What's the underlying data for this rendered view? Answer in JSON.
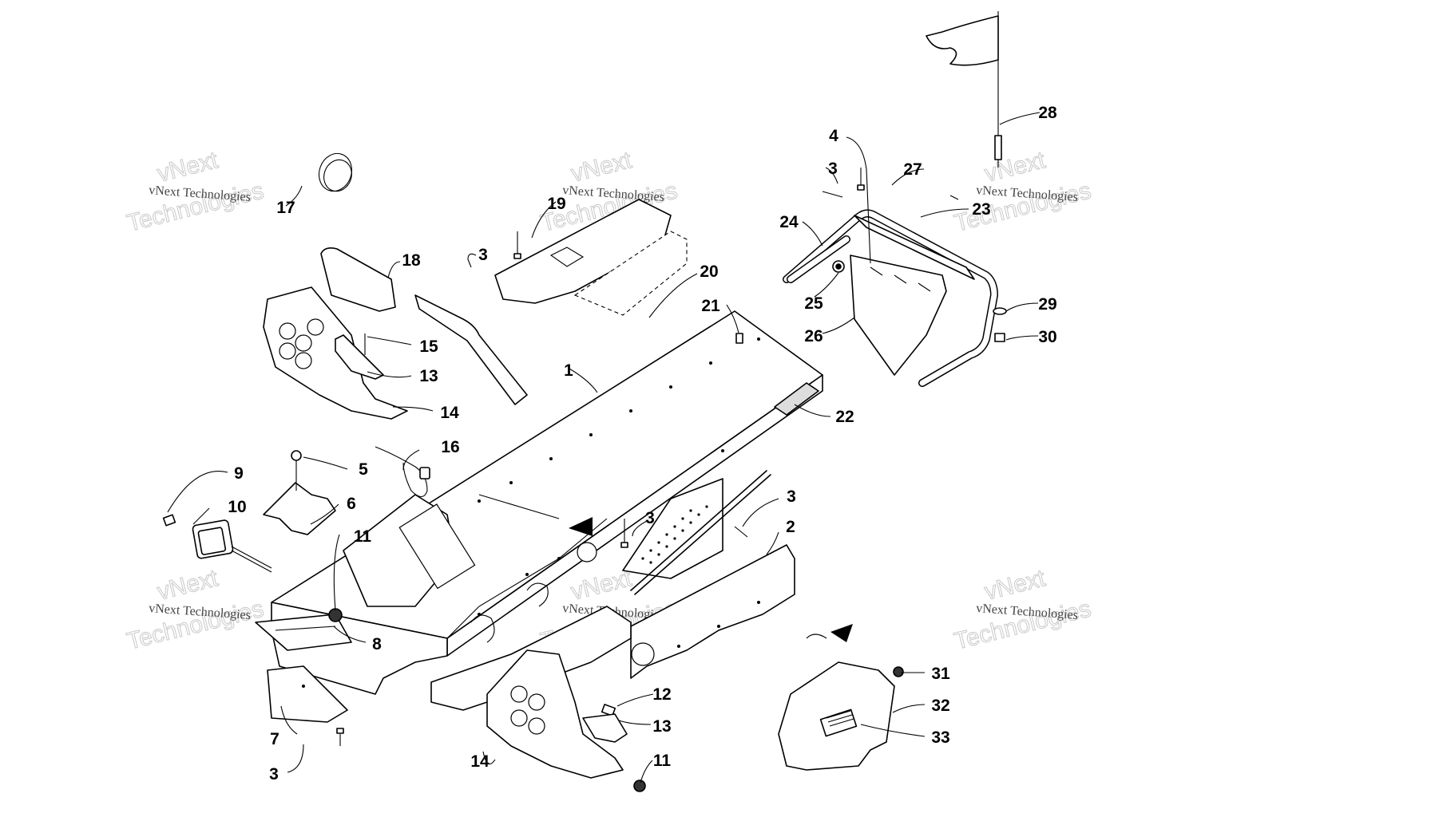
{
  "watermark": {
    "brand": "vNext",
    "word": "Technologies",
    "caption": "vNext Technologies"
  },
  "callouts": [
    {
      "id": "c1",
      "label": "1"
    },
    {
      "id": "c2",
      "label": "2"
    },
    {
      "id": "c3a",
      "label": "3"
    },
    {
      "id": "c3b",
      "label": "3"
    },
    {
      "id": "c3c",
      "label": "3"
    },
    {
      "id": "c3d",
      "label": "3"
    },
    {
      "id": "c3e",
      "label": "3"
    },
    {
      "id": "c4",
      "label": "4"
    },
    {
      "id": "c5",
      "label": "5"
    },
    {
      "id": "c6",
      "label": "6"
    },
    {
      "id": "c7",
      "label": "7"
    },
    {
      "id": "c8",
      "label": "8"
    },
    {
      "id": "c9",
      "label": "9"
    },
    {
      "id": "c10",
      "label": "10"
    },
    {
      "id": "c11a",
      "label": "11"
    },
    {
      "id": "c11b",
      "label": "11"
    },
    {
      "id": "c12",
      "label": "12"
    },
    {
      "id": "c13a",
      "label": "13"
    },
    {
      "id": "c13b",
      "label": "13"
    },
    {
      "id": "c14a",
      "label": "14"
    },
    {
      "id": "c14b",
      "label": "14"
    },
    {
      "id": "c15",
      "label": "15"
    },
    {
      "id": "c16",
      "label": "16"
    },
    {
      "id": "c17",
      "label": "17"
    },
    {
      "id": "c18",
      "label": "18"
    },
    {
      "id": "c19",
      "label": "19"
    },
    {
      "id": "c20",
      "label": "20"
    },
    {
      "id": "c21",
      "label": "21"
    },
    {
      "id": "c22",
      "label": "22"
    },
    {
      "id": "c23",
      "label": "23"
    },
    {
      "id": "c24",
      "label": "24"
    },
    {
      "id": "c25",
      "label": "25"
    },
    {
      "id": "c26",
      "label": "26"
    },
    {
      "id": "c27",
      "label": "27"
    },
    {
      "id": "c28",
      "label": "28"
    },
    {
      "id": "c29",
      "label": "29"
    },
    {
      "id": "c30",
      "label": "30"
    },
    {
      "id": "c31",
      "label": "31"
    },
    {
      "id": "c32",
      "label": "32"
    },
    {
      "id": "c33",
      "label": "33"
    }
  ]
}
